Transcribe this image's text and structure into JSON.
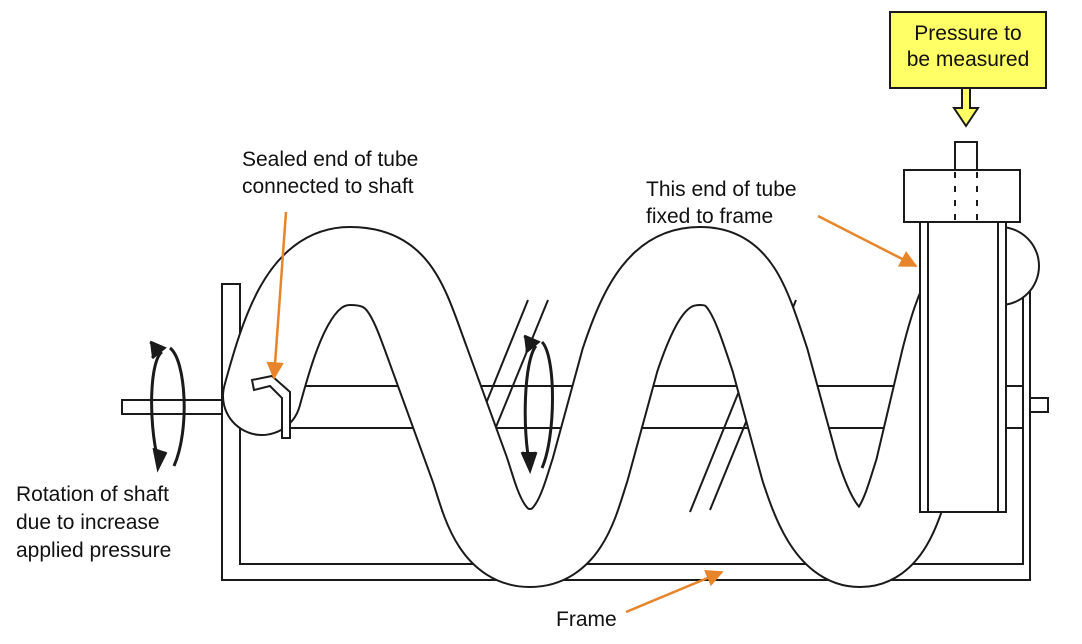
{
  "labels": {
    "sealed_end": [
      "Sealed end of tube",
      "connected to shaft"
    ],
    "fixed_end": [
      "This end of tube",
      "fixed to frame"
    ],
    "rotation": [
      "Rotation of shaft",
      "due to increase",
      "applied pressure"
    ],
    "frame": "Frame"
  },
  "callout": {
    "lines": [
      "Pressure to",
      "be measured"
    ]
  },
  "colors": {
    "arrow": "#e8842a",
    "callout_fill": "#ffff66",
    "ink": "#1a1a1a"
  }
}
